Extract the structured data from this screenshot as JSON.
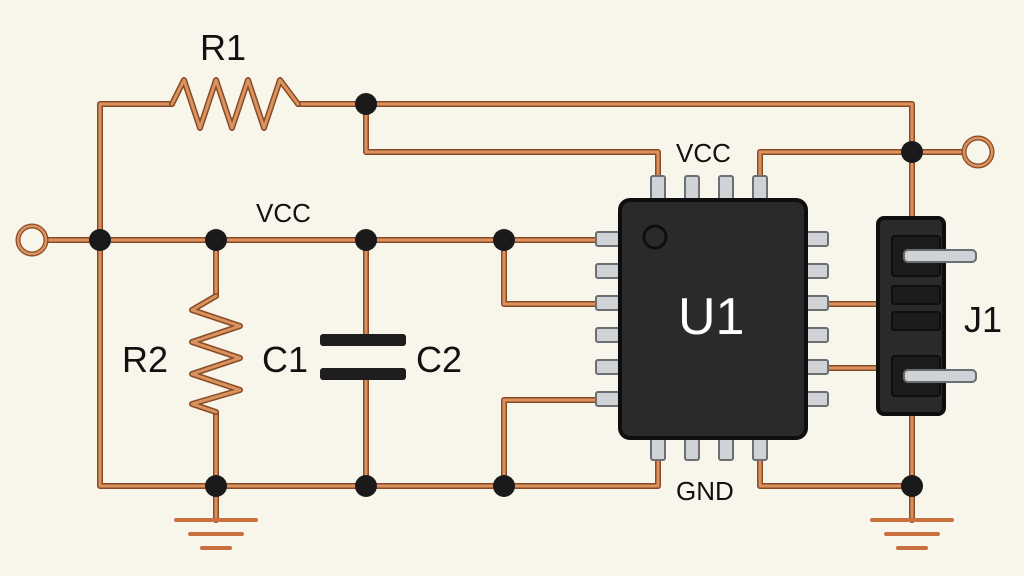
{
  "components": {
    "r1": "R1",
    "r2": "R2",
    "c1": "C1",
    "c2": "C2",
    "u1": "U1",
    "j1": "J1"
  },
  "nets": {
    "vcc_left": "VCC",
    "vcc_top": "VCC",
    "gnd": "GND"
  },
  "colors": {
    "background": "#f8f5ea",
    "copper": "#c8703f",
    "chip_body": "#2a2a2a",
    "pin": "#d0d3d6",
    "junction": "#1a1a1a"
  }
}
